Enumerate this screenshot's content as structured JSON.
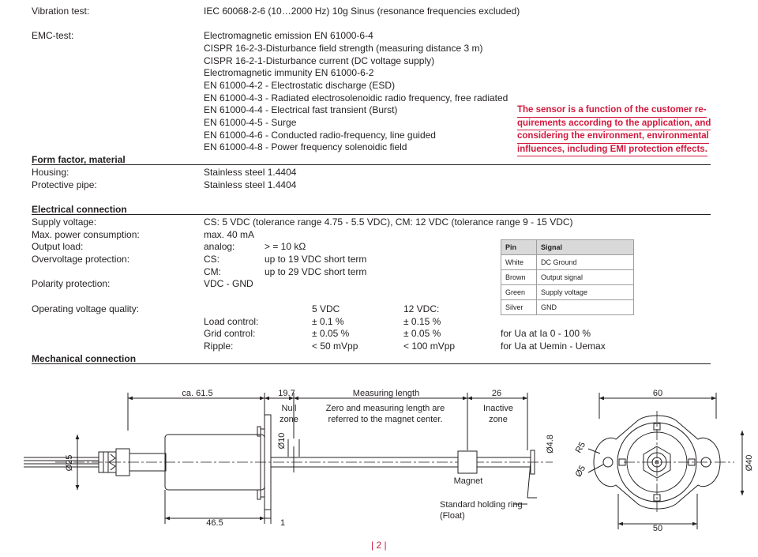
{
  "vibration": {
    "label": "Vibration test:",
    "value": "IEC 60068-2-6 (10…2000 Hz) 10g Sinus (resonance frequencies excluded)"
  },
  "emc": {
    "label": "EMC-test:",
    "lines": [
      "Electromagnetic emission EN 61000-6-4",
      "CISPR 16-2-3-Disturbance field strength (measuring distance 3 m)",
      "CISPR 16-2-1-Disturbance current (DC voltage supply)",
      "Electromagnetic immunity EN 61000-6-2",
      "EN 61000-4-2 - Electrostatic discharge (ESD)",
      "EN 61000-4-3 - Radiated electrosolenoidic radio frequency, free radiated",
      "EN 61000-4-4 - Electrical fast transient (Burst)",
      "EN 61000-4-5 - Surge",
      "EN 61000-4-6 - Conducted radio-frequency, line guided",
      "EN 61000-4-8 - Power frequency solenoidic field"
    ]
  },
  "notice": {
    "lines": [
      "The sensor is a function of the customer re-",
      "quirements according to the application, and",
      "considering the environment, environmental",
      "influences, including EMI protection effects."
    ],
    "color": "#d2193e"
  },
  "form_factor": {
    "title": "Form factor, material",
    "rows": [
      {
        "label": "Housing:",
        "value": "Stainless steel 1.4404"
      },
      {
        "label": "Protective pipe:",
        "value": "Stainless steel 1.4404"
      }
    ]
  },
  "electrical": {
    "title": "Electrical connection",
    "supply": {
      "label": "Supply voltage:",
      "value": "CS: 5 VDC (tolerance range 4.75 - 5.5 VDC), CM: 12 VDC (tolerance range 9 - 15 VDC)"
    },
    "power": {
      "label": "Max. power consumption:",
      "value": "max.  40 mA"
    },
    "output": {
      "label": "Output load:",
      "key": "analog:",
      "value": "> = 10 kΩ"
    },
    "overvoltage": {
      "label": "Overvoltage protection:",
      "rows": [
        {
          "key": "CS:",
          "value": "up to 19 VDC short term"
        },
        {
          "key": "CM:",
          "value": "up to 29 VDC short term"
        }
      ]
    },
    "polarity": {
      "label": "Polarity protection:",
      "value": "VDC - GND"
    },
    "quality": {
      "label": "Operating voltage quality:",
      "headers": [
        "5 VDC",
        "12 VDC:"
      ],
      "rows": [
        {
          "key": "Load control:",
          "v5": "± 0.1 %",
          "v12": "± 0.15 %",
          "note": "for Ua at Ia 0 - 100 %"
        },
        {
          "key": "Grid control:",
          "v5": "± 0.05 %",
          "v12": "± 0.05 %",
          "note": "for Ua at Uemin - Uemax"
        },
        {
          "key": "Ripple:",
          "v5": "< 50 mVpp",
          "v12": "< 100 mVpp",
          "note": ""
        }
      ]
    },
    "pins": {
      "headers": [
        "Pin",
        "Signal"
      ],
      "rows": [
        {
          "pin": "White",
          "signal": "DC Ground"
        },
        {
          "pin": "Brown",
          "signal": "Output signal"
        },
        {
          "pin": "Green",
          "signal": "Supply voltage"
        },
        {
          "pin": "Silver",
          "signal": "GND"
        }
      ]
    }
  },
  "mechanical": {
    "title": "Mechanical connection",
    "drawing": {
      "dim_ca": "ca. 61.5",
      "dim_19_7": "19.7",
      "measuring_length": "Measuring length",
      "dim_26": "26",
      "dim_60": "60",
      "null_zone": [
        "Null",
        "zone"
      ],
      "zero_note": [
        "Zero and measuring length are",
        "referred to the magnet center."
      ],
      "inactive_zone": [
        "Inactive",
        "zone"
      ],
      "d25": "Ø25",
      "d10": "Ø10",
      "d4_8": "Ø4.8",
      "r5": "R5",
      "d5": "Ø5",
      "d40": "Ø40",
      "magnet": "Magnet",
      "holding_ring": [
        "Standard holding ring",
        "(Float)"
      ],
      "dim_46_5": "46.5",
      "dim_1": "1",
      "dim_50": "50"
    }
  },
  "page_number": "| 2 |"
}
